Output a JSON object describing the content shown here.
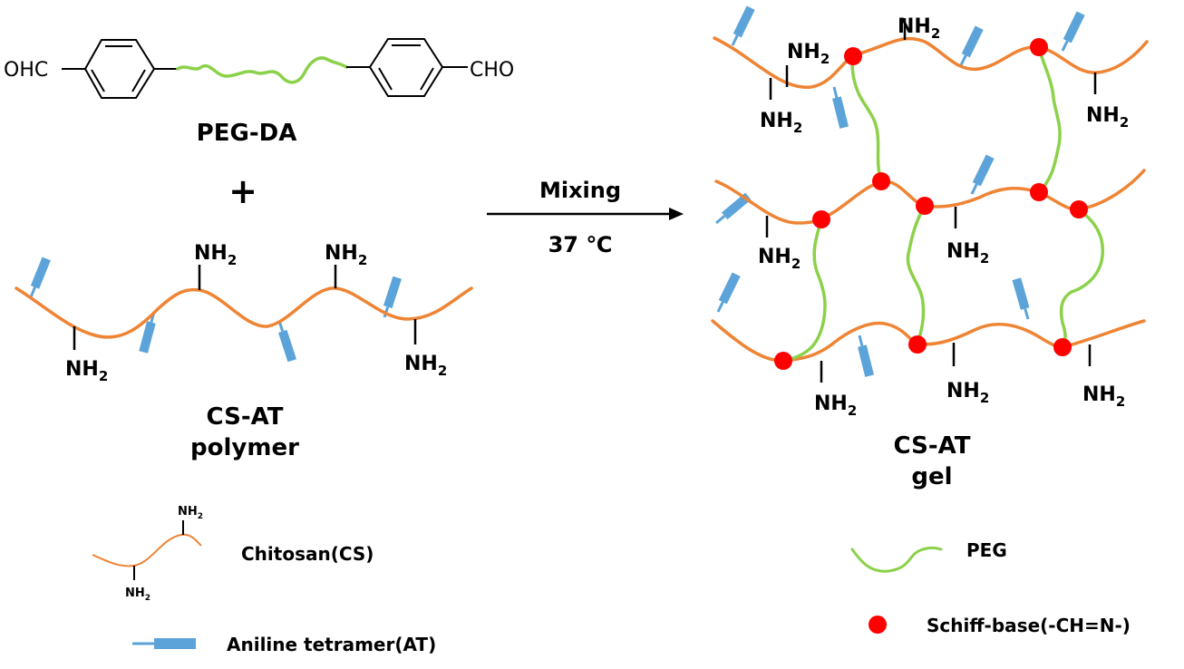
{
  "colors": {
    "chitosan": "#ee8434",
    "peg": "#8bd14a",
    "aniline": "#5ba3d9",
    "schiff": "#ff0000",
    "bond": "#000000"
  },
  "reactant1": {
    "name": "PEG-DA",
    "left_group": "OHC",
    "right_group": "CHO"
  },
  "plus_sign": "+",
  "reactant2": {
    "name_line1": "CS-AT",
    "name_line2": "polymer"
  },
  "amine": {
    "main": "NH",
    "sub": "2"
  },
  "reaction": {
    "condition_top": "Mixing",
    "condition_bottom": "37 ℃"
  },
  "product": {
    "name_line1": "CS-AT",
    "name_line2": "gel"
  },
  "legend": {
    "chitosan": "Chitosan(CS)",
    "aniline": "Aniline tetramer(AT)",
    "peg": "PEG",
    "schiff": "Schiff-base(-CH=N-)"
  }
}
